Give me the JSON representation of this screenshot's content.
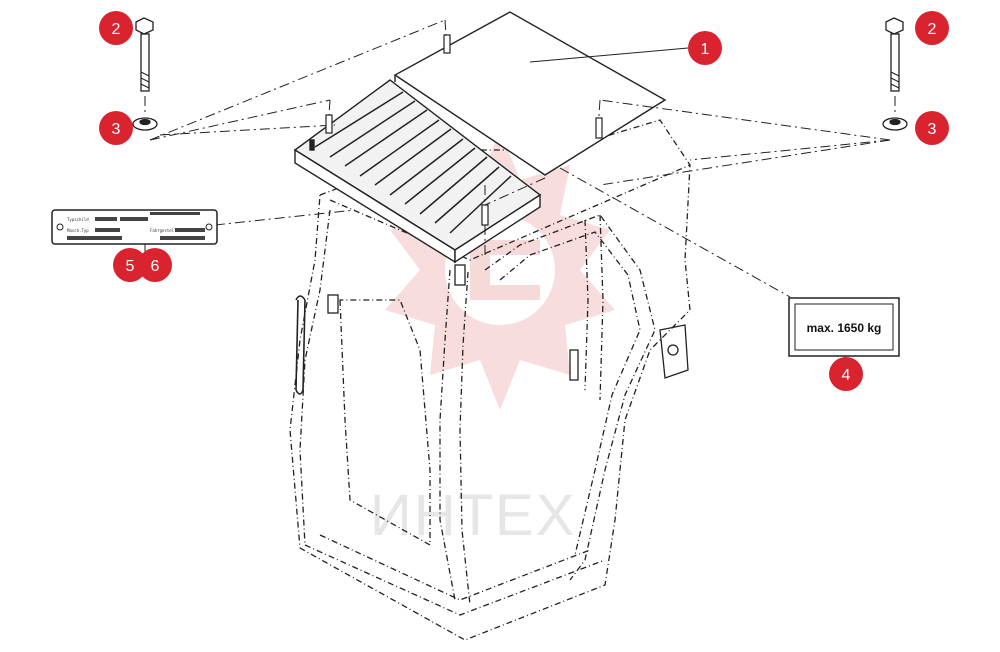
{
  "diagram": {
    "watermark": {
      "text": "ИНТЕХ",
      "gear_color": "#f6d9d9",
      "text_color": "#e6e6e6"
    },
    "callout_color": "#d9232f",
    "line_color": "#222222",
    "callouts": [
      {
        "id": "1",
        "label": "1"
      },
      {
        "id": "2a",
        "label": "2"
      },
      {
        "id": "2b",
        "label": "2"
      },
      {
        "id": "3a",
        "label": "3"
      },
      {
        "id": "3b",
        "label": "3"
      },
      {
        "id": "4",
        "label": "4"
      },
      {
        "id": "5",
        "label": "5"
      },
      {
        "id": "6",
        "label": "6"
      }
    ],
    "load_label": {
      "text": "max. 1650 kg"
    },
    "type_plate": {
      "lines": [
        "Typschild",
        "Masch.Typ",
        "Fahrgestell"
      ]
    }
  }
}
